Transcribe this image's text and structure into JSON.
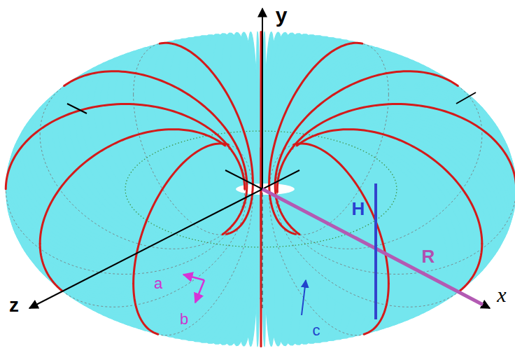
{
  "diagram": {
    "labels": [
      "y",
      "H",
      "R",
      "x",
      "z",
      "a",
      "b",
      "c"
    ]
  }
}
